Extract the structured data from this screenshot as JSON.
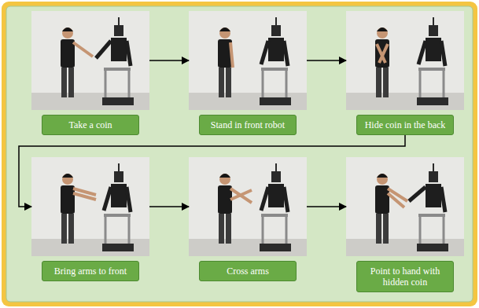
{
  "diagram": {
    "nodes": [
      {
        "text": [
          "Take a coin"
        ]
      },
      {
        "text": [
          "Stand in front robot"
        ]
      },
      {
        "text": [
          "Hide coin in the back"
        ]
      },
      {
        "text": [
          "Bring arms to front"
        ]
      },
      {
        "text": [
          "Cross arms"
        ]
      },
      {
        "text": [
          "Point to hand with hidden coin"
        ]
      }
    ],
    "edges": [
      {
        "from": 0,
        "to": 1,
        "arrow": "to"
      },
      {
        "from": 1,
        "to": 2,
        "arrow": "to"
      },
      {
        "from": 2,
        "to": 3,
        "arrow": "to"
      },
      {
        "from": 3,
        "to": 4,
        "arrow": "to"
      },
      {
        "from": 4,
        "to": 5,
        "arrow": "to"
      }
    ]
  }
}
